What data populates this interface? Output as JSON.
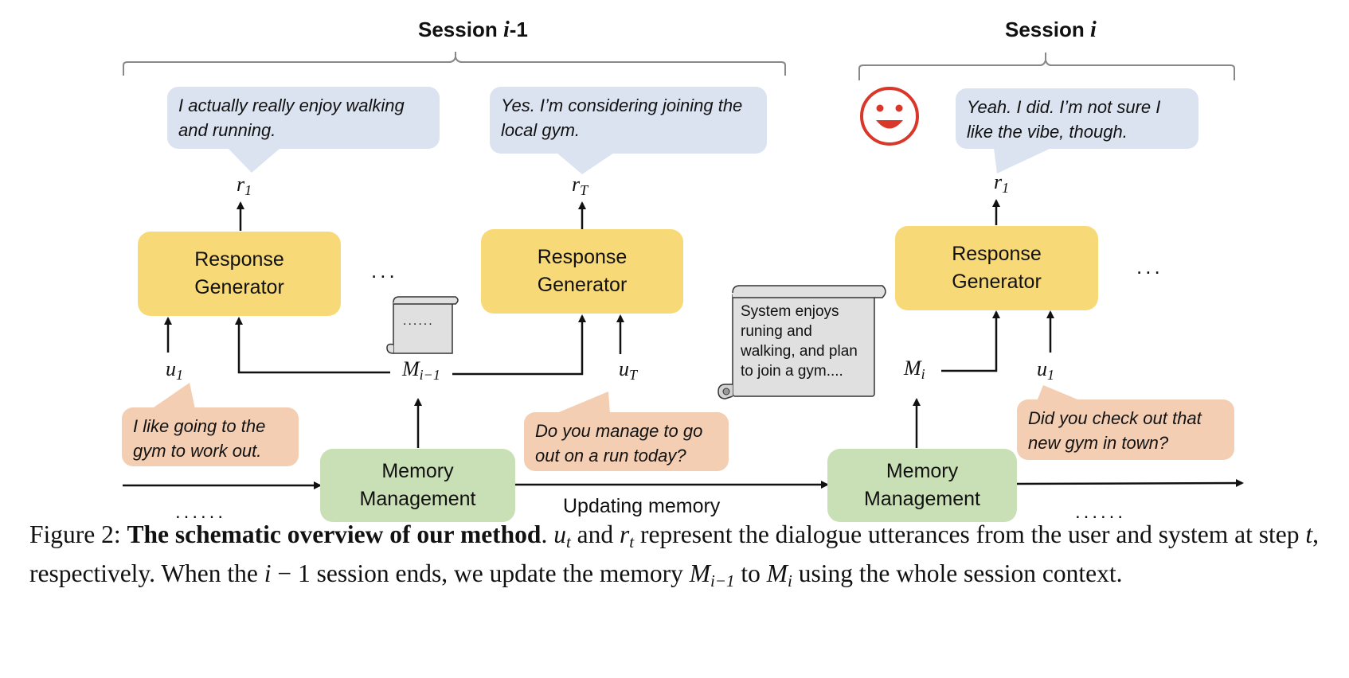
{
  "sessions": {
    "prev_title_prefix": "Session ",
    "prev_title_var": "i",
    "prev_title_suffix": "-1",
    "curr_title_prefix": "Session ",
    "curr_title_var": "i"
  },
  "boxes": {
    "response_generator": [
      "Response",
      "Generator"
    ],
    "memory_management": [
      "Memory",
      "Management"
    ]
  },
  "bubbles": {
    "sys1": [
      "I actually really enjoy walking",
      "and running."
    ],
    "sys2": [
      "Yes. I’m considering joining the",
      "local gym."
    ],
    "sys3": [
      "Yeah. I did. I’m not sure I",
      "like the vibe, though."
    ],
    "user1": [
      "I like going to the",
      "gym to work out."
    ],
    "user2": [
      "Do you manage to go",
      "out on a run today?"
    ],
    "user3": [
      "Did you check out that",
      "new gym in town?"
    ]
  },
  "labels": {
    "r1": {
      "base": "r",
      "sub": "1"
    },
    "rT": {
      "base": "r",
      "sub": "T"
    },
    "u1": {
      "base": "u",
      "sub": "1"
    },
    "uT": {
      "base": "u",
      "sub": "T"
    },
    "M_prev": {
      "base": "M",
      "sub": "i−1"
    },
    "M_curr": {
      "base": "M",
      "sub": "i"
    }
  },
  "scroll_small_text": "......",
  "scroll_memory": [
    "System enjoys",
    "runing and",
    "walking, and plan",
    "to join a gym...."
  ],
  "updating_memory": "Updating memory",
  "ellipsis_mid": "...",
  "ellipsis_low": "......",
  "caption": {
    "lead": "Figure 2: ",
    "bold": "The schematic overview of our method",
    "p1": ". ",
    "ut_base": "u",
    "ut_sub": "t",
    "p2": " and ",
    "rt_base": "r",
    "rt_sub": "t",
    "p3": " represent the dialogue utterances from the user and system at step ",
    "t": "t",
    "p4": ", respectively. When the ",
    "i1": "i",
    "p5": " − 1 session ends, we update the memory ",
    "m1_base": "M",
    "m1_sub": "i−1",
    "p6": " to ",
    "m2_base": "M",
    "m2_sub": "i",
    "p7": " using the whole session context."
  },
  "colors": {
    "response_generator": "#f8d977",
    "memory_management": "#c9dfb5",
    "system_bubble": "#dbe2f0",
    "user_bubble": "#f3ceb2",
    "smiley": "#d9372a",
    "scroll": "#e0e0e0"
  },
  "icons": [
    "smiley-face-icon",
    "memory-scroll-icon",
    "small-scroll-icon"
  ]
}
